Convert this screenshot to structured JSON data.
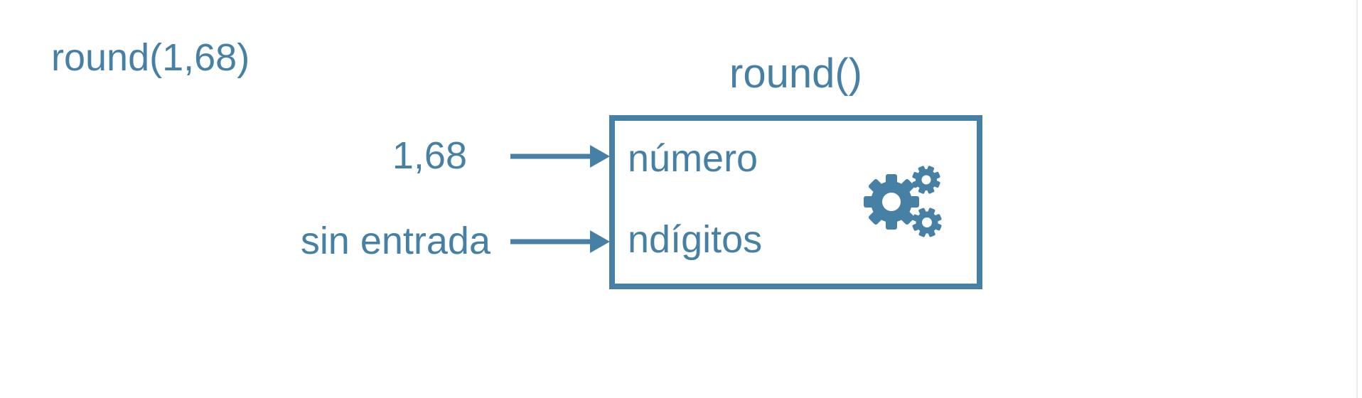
{
  "page": {
    "background": "#ffffff",
    "accent_color": "#4681A5"
  },
  "expression_label": "round(1,68)",
  "function_block": {
    "title": "round()",
    "icon": "gears-icon",
    "parameters": [
      "número",
      "ndígitos"
    ]
  },
  "inputs": [
    {
      "value": "1,68",
      "target_param": "número"
    },
    {
      "value": "sin entrada",
      "target_param": "ndígitos"
    }
  ]
}
